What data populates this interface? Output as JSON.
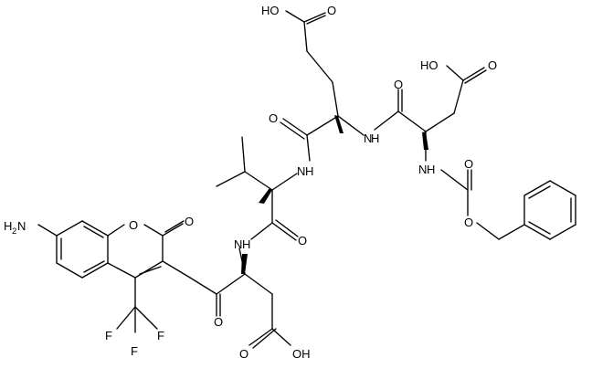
{
  "molecule": {
    "atom_labels": {
      "cooh_top": "HO",
      "o_top": "O",
      "o_asp_top_oh": "HO",
      "o_asp_top": "O",
      "o_glu_carbonyl": "O",
      "nh_glu_asp": "N",
      "nh_glu_asp_h": "H",
      "o_asp_carbonyl": "O",
      "nh_val_glu": "N",
      "nh_val_glu_h": "H",
      "nh_cbz": "N",
      "nh_cbz_h": "H",
      "o_cbz_carbonyl": "O",
      "o_cbz_ester": "O",
      "nh_asp_val": "N",
      "nh_asp_val_h": "H",
      "o_val_carbonyl": "O",
      "h2n": "H",
      "h2n_sub": "2",
      "h2n_n": "N",
      "o_ring": "O",
      "o_lactone": "O",
      "o_ketone": "O",
      "f1": "F",
      "f2": "F",
      "f3": "F",
      "o_cooh_bottom": "O",
      "oh_bottom": "OH"
    }
  }
}
